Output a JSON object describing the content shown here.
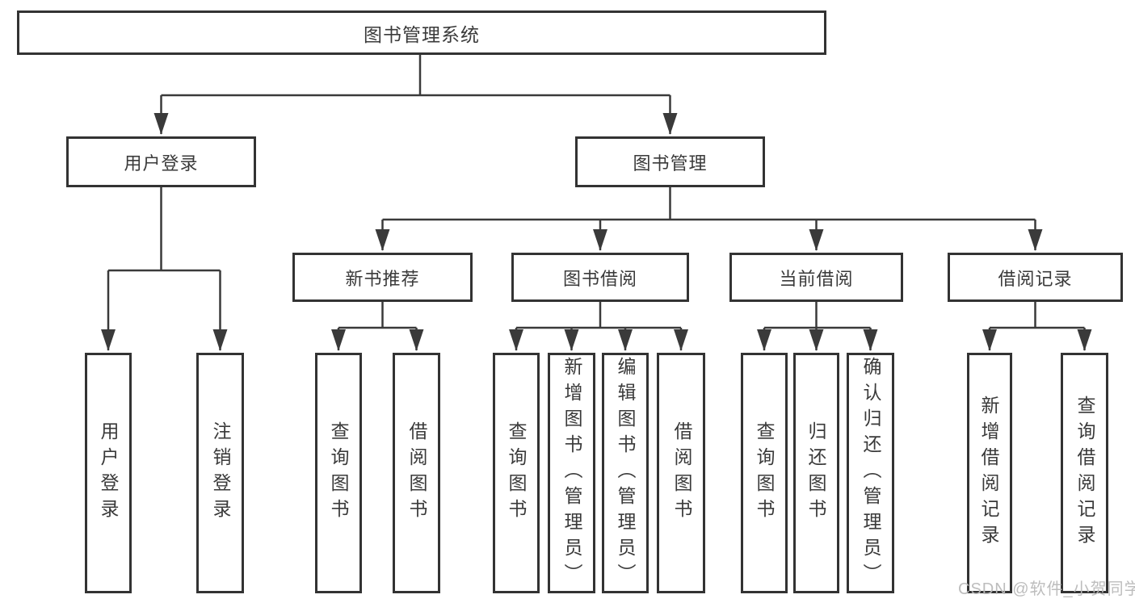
{
  "tree": {
    "label": "图书管理系统",
    "children": [
      {
        "label": "用户登录",
        "children": [
          {
            "label": "用户登录"
          },
          {
            "label": "注销登录"
          }
        ]
      },
      {
        "label": "图书管理",
        "children": [
          {
            "label": "新书推荐",
            "children": [
              {
                "label": "查询图书"
              },
              {
                "label": "借阅图书"
              }
            ]
          },
          {
            "label": "图书借阅",
            "children": [
              {
                "label": "查询图书"
              },
              {
                "label": "新增图书（管理员）"
              },
              {
                "label": "编辑图书（管理员）"
              },
              {
                "label": "借阅图书"
              }
            ]
          },
          {
            "label": "当前借阅",
            "children": [
              {
                "label": "查询图书"
              },
              {
                "label": "归还图书"
              },
              {
                "label": "确认归还（管理员）"
              }
            ]
          },
          {
            "label": "借阅记录",
            "children": [
              {
                "label": "新增借阅记录"
              },
              {
                "label": "查询借阅记录"
              }
            ]
          }
        ]
      }
    ]
  },
  "watermark": {
    "text": "CSDN @软件_小贺同学"
  },
  "colors": {
    "line": "#3a3a3a",
    "box_border": "#333333",
    "text": "#3a3a3a",
    "watermark": "#b9b9b9",
    "background": "#ffffff"
  }
}
